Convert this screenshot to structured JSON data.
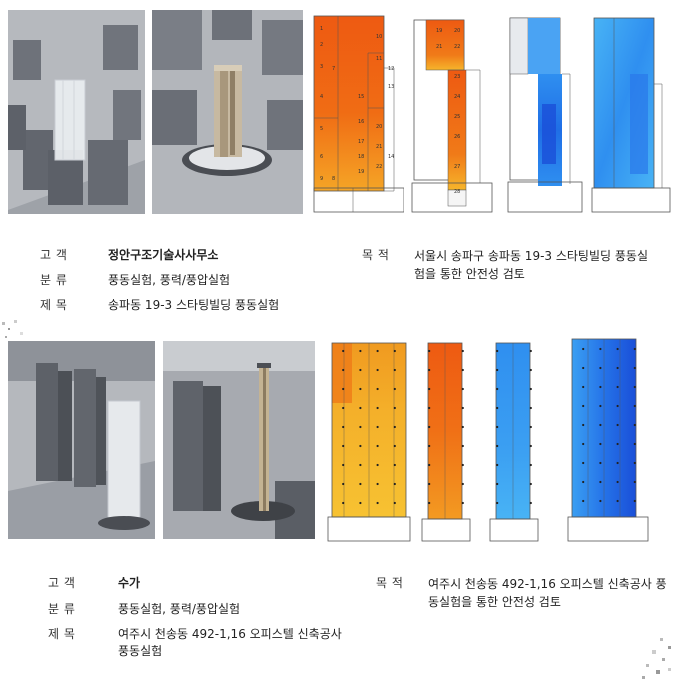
{
  "projects": [
    {
      "labels": {
        "client": "고 객",
        "category": "분 류",
        "title": "제 목",
        "purpose": "목 적"
      },
      "client": "정안구조기술사사무소",
      "category": "풍동실험, 풍력/풍압실험",
      "title": "송파동 19-3 스타팅빌딩 풍동실험",
      "purpose": "서울시 송파구 송파동 19-3 스타팅빌딩 풍동실험을 통한 안전성 검토",
      "point_labels": [
        "1",
        "2",
        "3",
        "4",
        "5",
        "6",
        "7",
        "8",
        "9",
        "10",
        "11",
        "12",
        "13",
        "14",
        "15",
        "16",
        "17",
        "18",
        "19",
        "20",
        "21",
        "22",
        "23",
        "24",
        "25",
        "26",
        "27",
        "28"
      ]
    },
    {
      "labels": {
        "client": "고 객",
        "category": "분 류",
        "title": "제 목",
        "purpose": "목 적"
      },
      "client": "수가",
      "category": "풍동실험, 풍력/풍압실험",
      "title": "여주시 천송동 492-1,16 오피스텔 신축공사 풍동실험",
      "purpose": "여주시 천송동 492-1,16 오피스텔 신축공사 풍동실험을 통한 안전성 검토"
    }
  ],
  "colors": {
    "orange_hot": "#ee5a12",
    "orange_mid": "#f28a1c",
    "yellow": "#f6b52b",
    "blue_dark": "#1a4fd8",
    "blue_mid": "#2f8ff0",
    "blue_light": "#48b3f5",
    "model_grey": "#7b7f87"
  }
}
